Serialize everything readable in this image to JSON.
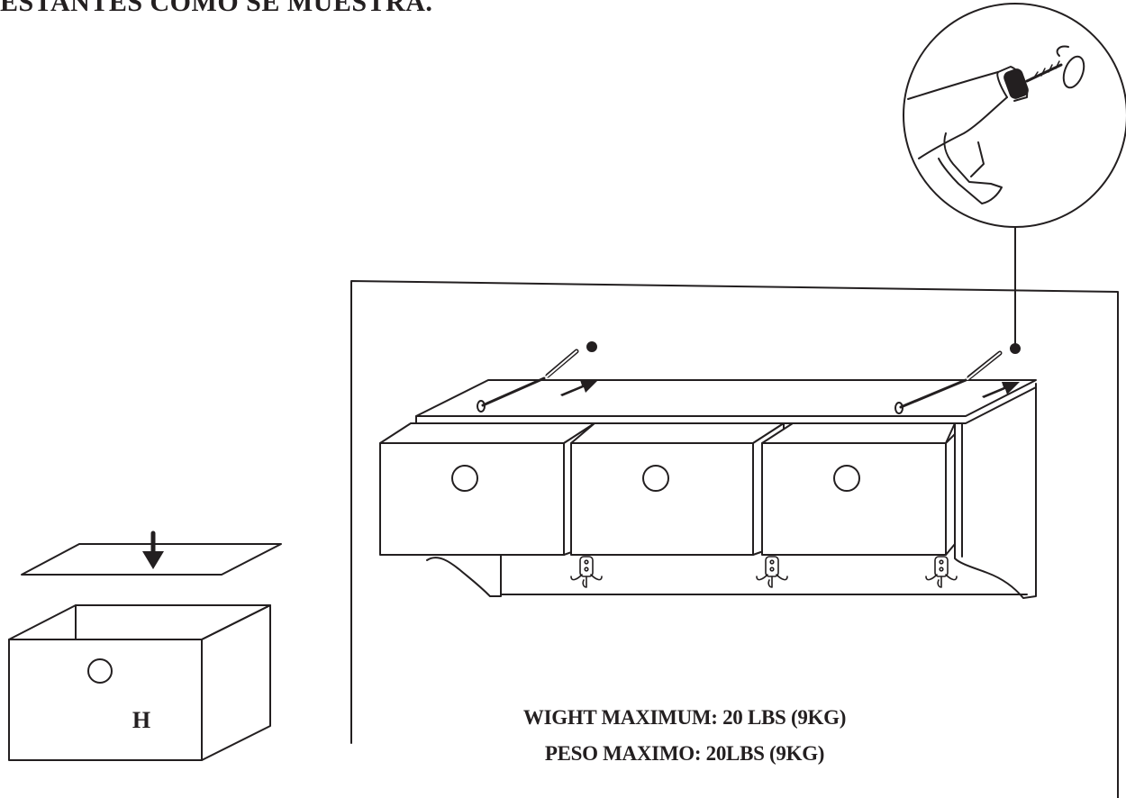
{
  "header": {
    "text": "ESTANTES COMO SE MUESTRA."
  },
  "drawer_box": {
    "label": "H"
  },
  "warnings": {
    "english": "WIGHT MAXIMUM: 20 LBS (9KG)",
    "spanish": "PESO MAXIMO: 20LBS (9KG)"
  },
  "colors": {
    "ink": "#231f20",
    "paper": "#ffffff"
  }
}
